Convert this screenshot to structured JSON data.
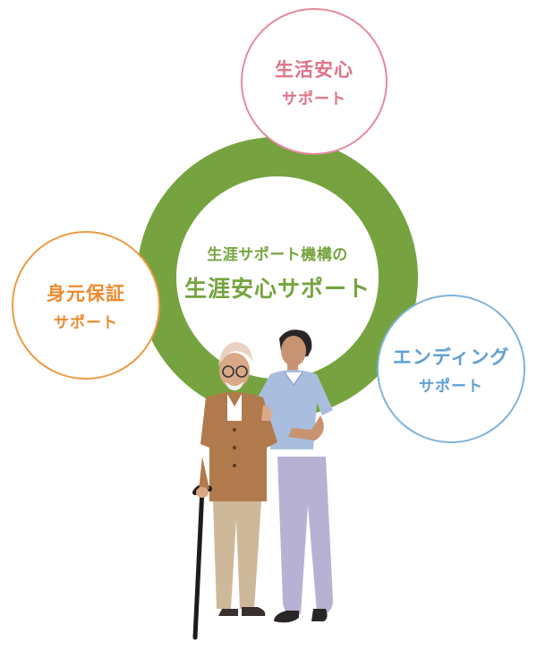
{
  "center": {
    "subtitle": "生涯サポート機構の",
    "title": "生涯安心サポート"
  },
  "bubbles": [
    {
      "line1": "生活安心",
      "line2": "サポート"
    },
    {
      "line1": "身元保証",
      "line2": "サポート"
    },
    {
      "line1": "エンディング",
      "line2": "サポート"
    }
  ],
  "colors": {
    "ring": "#76a33f",
    "living_support": "#e07287",
    "guarantee_support": "#ec8a2e",
    "ending_support": "#5e9fd4"
  },
  "illustration": {
    "icon": "elderly-man-with-cane-and-caregiver-illustration"
  }
}
